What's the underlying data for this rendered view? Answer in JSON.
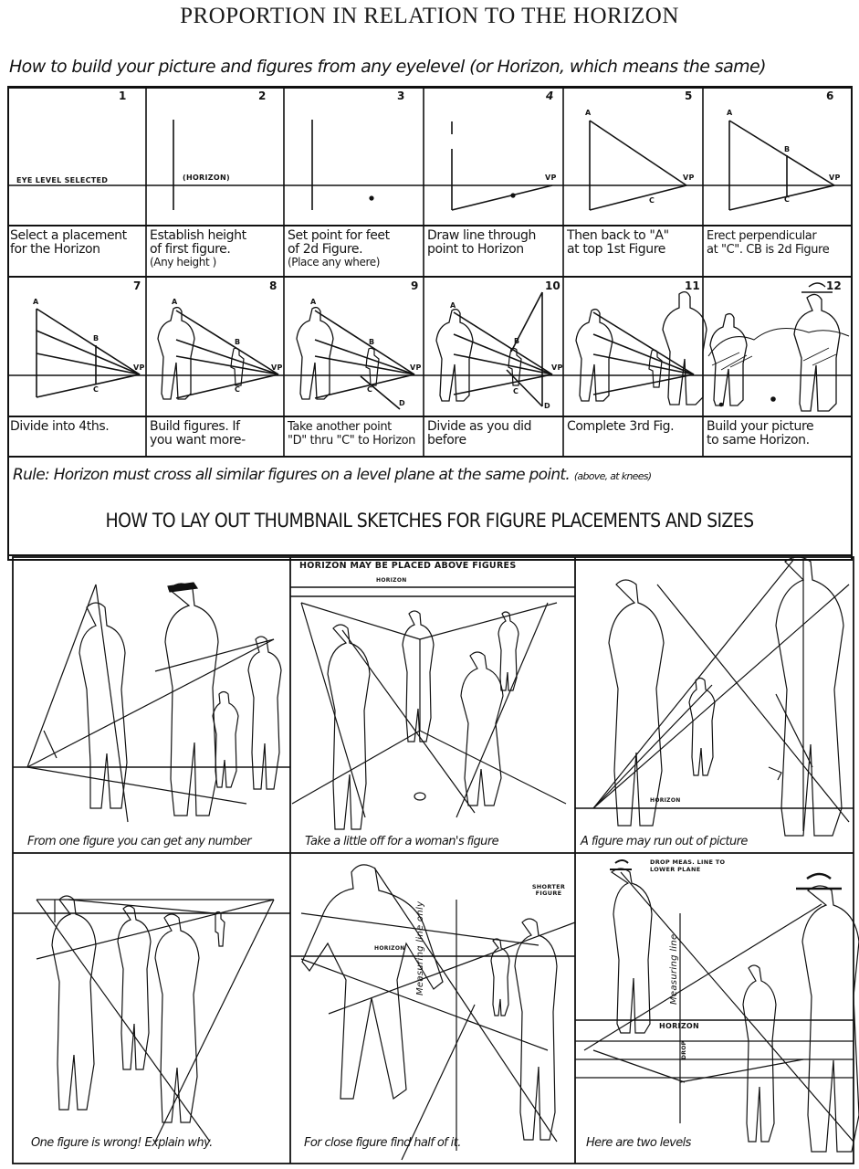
{
  "page": {
    "title": "PROPORTION IN RELATION TO THE HORIZON",
    "subtitle": "How to build your picture and figures from any eyelevel (or Horizon, which means the same)"
  },
  "steps": [
    {
      "num": "1",
      "caption_line1": "Select a placement",
      "caption_line2": "for the Horizon",
      "caption_line3": "",
      "label": "EYE LEVEL SELECTED"
    },
    {
      "num": "2",
      "caption_line1": "Establish height",
      "caption_line2": "of first figure.",
      "caption_line3": "(Any height )",
      "label": "(HORIZON)"
    },
    {
      "num": "3",
      "caption_line1": "Set point for feet",
      "caption_line2": "of 2d Figure.",
      "caption_line3": "(Place any where)",
      "label": ""
    },
    {
      "num": "4",
      "caption_line1": "Draw line through",
      "caption_line2": "point to Horizon",
      "caption_line3": "",
      "label": "VP"
    },
    {
      "num": "5",
      "caption_line1": "Then back to \"A\"",
      "caption_line2": "at top 1st Figure",
      "caption_line3": "",
      "label": "VP"
    },
    {
      "num": "6",
      "caption_line1": "Erect perpendicular",
      "caption_line2": "at \"C\". CB is 2d Figure",
      "caption_line3": "",
      "label": "VP"
    },
    {
      "num": "7",
      "caption_line1": "Divide into 4ths.",
      "caption_line2": "",
      "caption_line3": "",
      "label": "VP"
    },
    {
      "num": "8",
      "caption_line1": "Build figures. If",
      "caption_line2": "you want more-",
      "caption_line3": "",
      "label": "VP"
    },
    {
      "num": "9",
      "caption_line1": "Take another point",
      "caption_line2": "\"D\" thru \"C\" to Horizon",
      "caption_line3": "",
      "label": "VP"
    },
    {
      "num": "10",
      "caption_line1": "Divide as you did",
      "caption_line2": "before",
      "caption_line3": "",
      "label": "VP"
    },
    {
      "num": "11",
      "caption_line1": "Complete 3rd Fig.",
      "caption_line2": "",
      "caption_line3": "",
      "label": ""
    },
    {
      "num": "12",
      "caption_line1": "Build your picture",
      "caption_line2": "to same Horizon.",
      "caption_line3": "",
      "label": ""
    }
  ],
  "point_labels": {
    "a": "A",
    "b": "B",
    "c": "C",
    "d": "D",
    "vp": "VP"
  },
  "rule": {
    "text": "Rule: Horizon must cross all similar figures on a level plane at the same point.",
    "note": "(above, at knees)"
  },
  "section2": {
    "heading": "HOW TO LAY OUT THUMBNAIL SKETCHES FOR FIGURE PLACEMENTS AND SIZES"
  },
  "thumbnails": [
    {
      "caption": "From one figure you can get any number",
      "notes": []
    },
    {
      "caption": "Take a little off for a woman's figure",
      "notes": [
        "HORIZON MAY BE PLACED ABOVE FIGURES",
        "HORIZON"
      ]
    },
    {
      "caption": "A figure may run out of picture",
      "notes": [
        "HORIZON"
      ]
    },
    {
      "caption": "One figure is wrong! Explain why.",
      "notes": []
    },
    {
      "caption": "For close figure find half of it.",
      "notes": [
        "SHORTER FIGURE",
        "HORIZON",
        "Measuring line only"
      ]
    },
    {
      "caption": "Here are two levels",
      "notes": [
        "DROP MEAS. LINE TO LOWER PLANE",
        "Measuring line",
        "HORIZON",
        "DROP"
      ]
    }
  ]
}
